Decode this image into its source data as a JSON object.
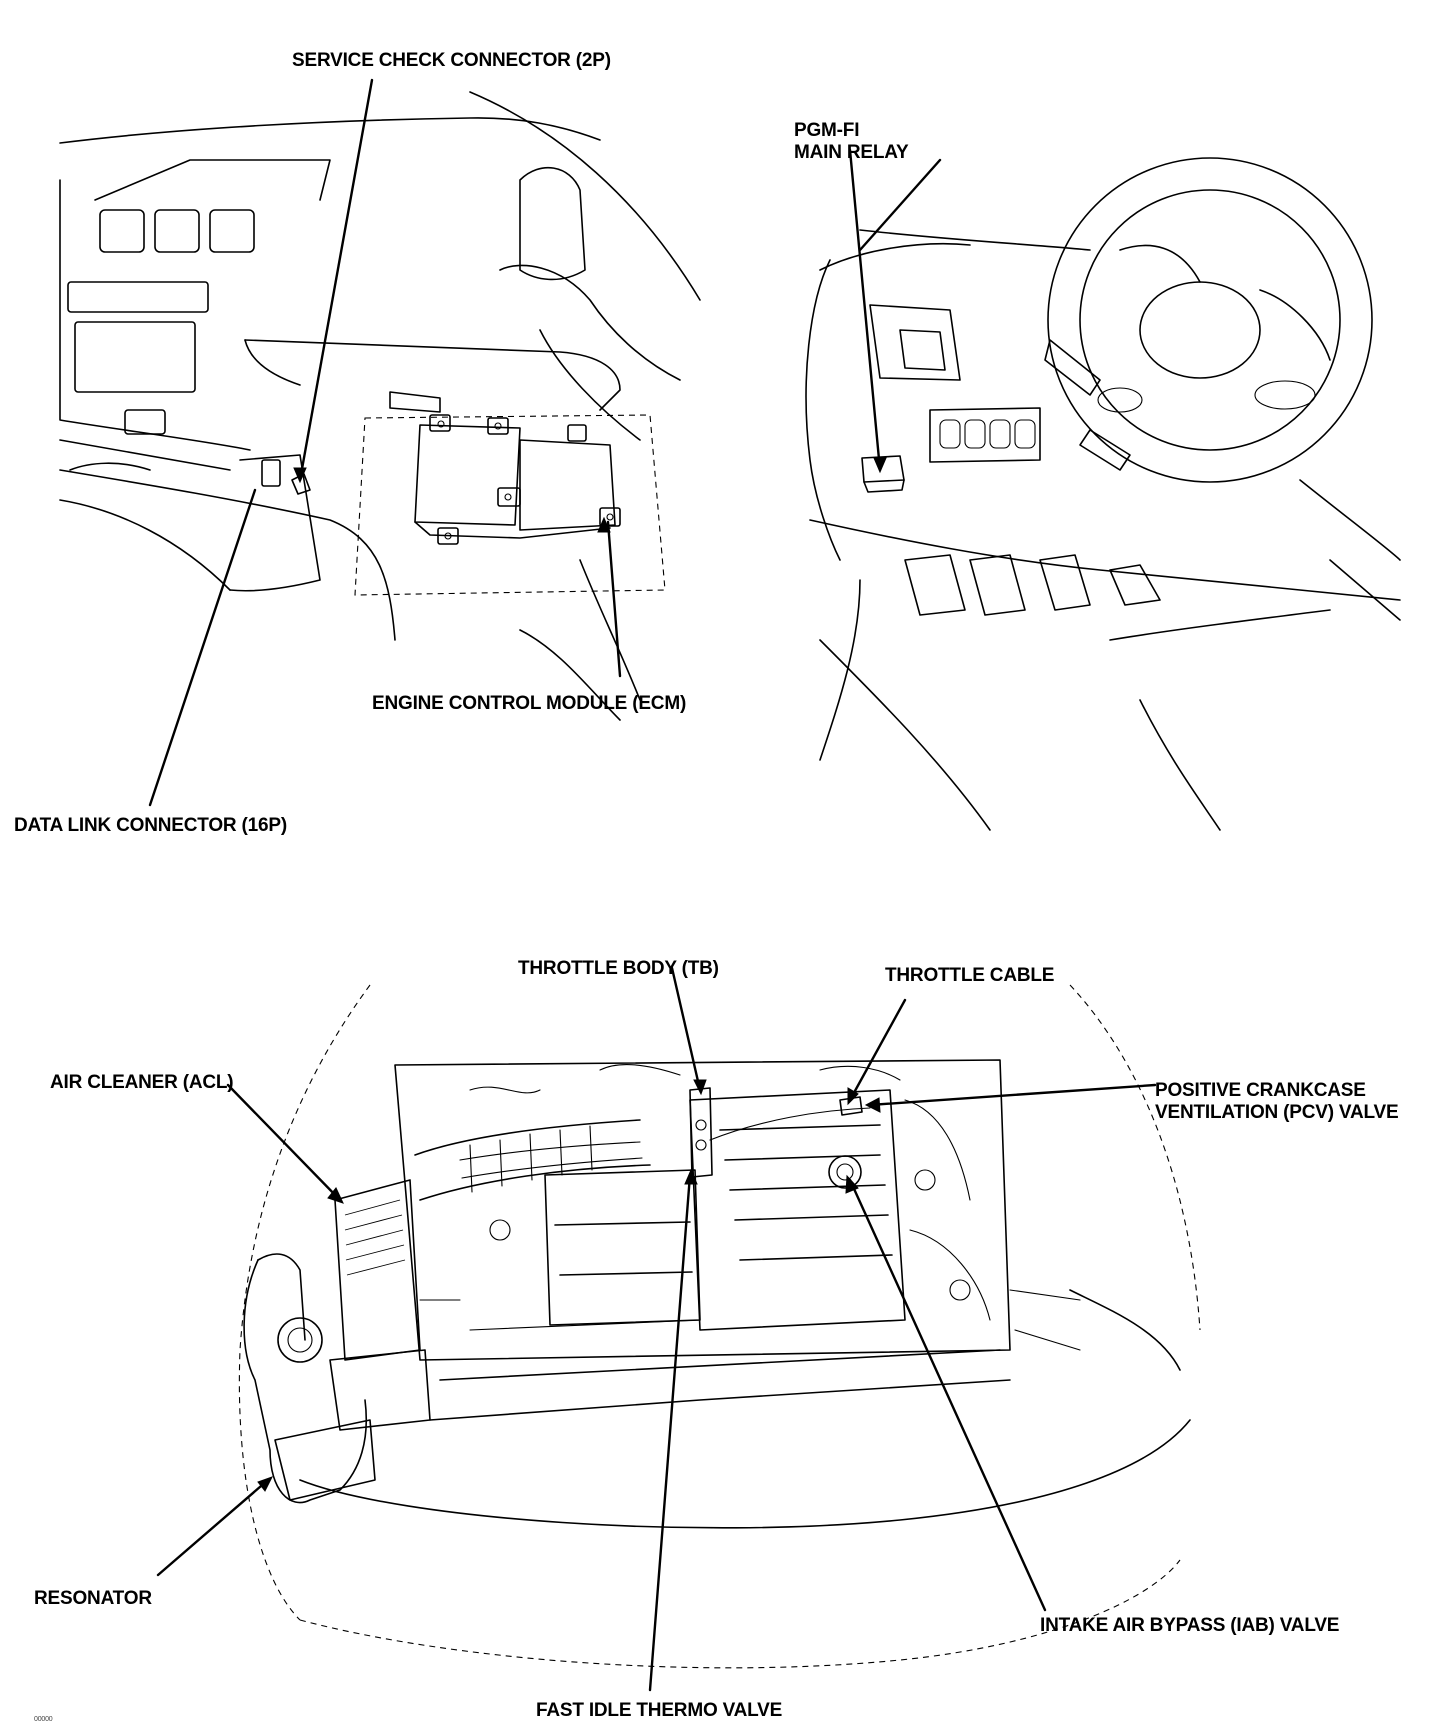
{
  "labels": {
    "service_check_connector": "SERVICE CHECK CONNECTOR (2P)",
    "pgm_fi_line1": "PGM-FI",
    "pgm_fi_line2": "MAIN RELAY",
    "engine_control_module": "ENGINE CONTROL MODULE (ECM)",
    "data_link_connector": "DATA LINK CONNECTOR (16P)",
    "throttle_body": "THROTTLE BODY (TB)",
    "throttle_cable": "THROTTLE CABLE",
    "air_cleaner": "AIR CLEANER (ACL)",
    "pcv_line1": "POSITIVE CRANKCASE",
    "pcv_line2": "VENTILATION (PCV) VALVE",
    "iab_valve": "INTAKE AIR BYPASS (IAB) VALVE",
    "resonator": "RESONATOR",
    "fast_idle_thermo_valve": "FAST IDLE THERMO VALVE"
  },
  "figure_code": "00000"
}
